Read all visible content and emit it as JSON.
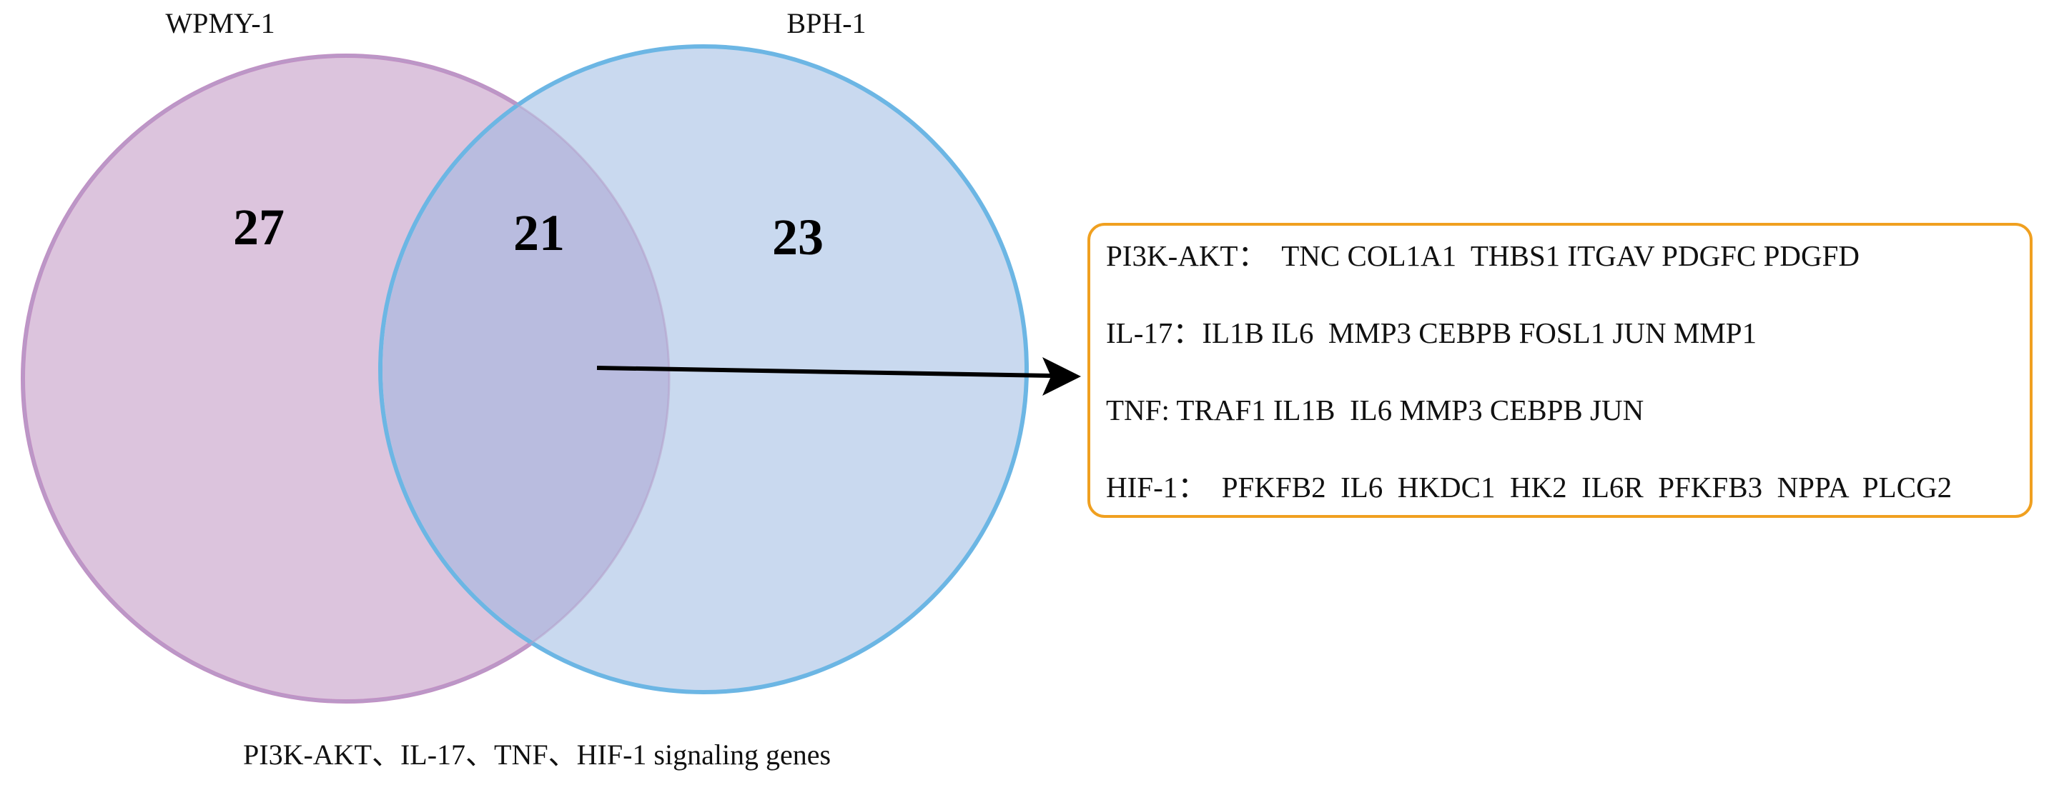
{
  "diagram": {
    "sets": [
      {
        "name": "WPMY-1",
        "fill": "#dcc4dd",
        "stroke": "#c191c5"
      },
      {
        "name": "BPH-1",
        "fill": "#c9d9ef",
        "stroke": "#6cb6e4"
      }
    ],
    "overlap_fill": "#b9bcdf",
    "counts": {
      "left_only": "27",
      "intersection": "21",
      "right_only": "23"
    },
    "caption": "PI3K-AKT、IL-17、TNF、HIF-1 signaling genes",
    "arrow_color": "#000000",
    "box_border_color": "#f0a020",
    "gene_lines": [
      "PI3K-AKT：  TNC COL1A1  THBS1 ITGAV PDGFC PDGFD",
      "IL-17：IL1B IL6  MMP3 CEBPB FOSL1 JUN MMP1",
      "TNF: TRAF1 IL1B  IL6 MMP3 CEBPB JUN",
      "HIF-1：  PFKFB2  IL6  HKDC1  HK2  IL6R  PFKFB3  NPPA  PLCG2"
    ]
  }
}
